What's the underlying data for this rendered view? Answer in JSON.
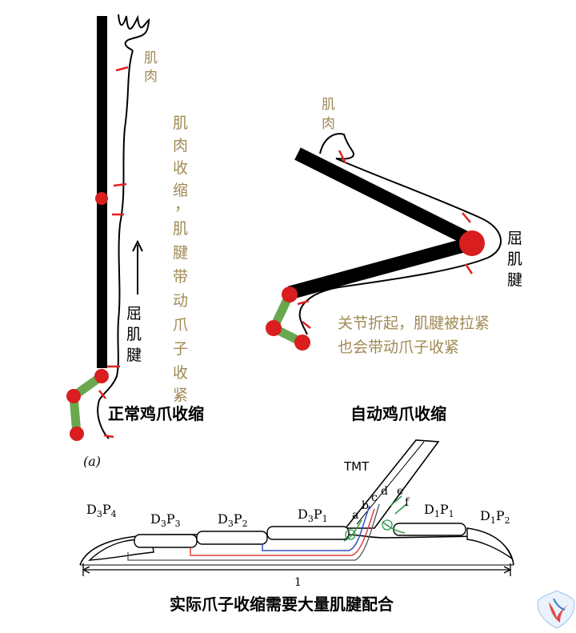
{
  "panel_a": {
    "normal": {
      "muscle_label": [
        "肌",
        "肉"
      ],
      "contraction_note": [
        "肌",
        "肉",
        "收",
        "缩",
        "，",
        "肌",
        "腱",
        "带",
        "动",
        "爪",
        "子",
        "收",
        "紧"
      ],
      "tendon_label": [
        "屈",
        "肌",
        "腱"
      ],
      "caption": "正常鸡爪收缩"
    },
    "automatic": {
      "muscle_label": [
        "肌",
        "肉"
      ],
      "tendon_label": [
        "屈",
        "肌",
        "腱"
      ],
      "note_line1": "关节折起，肌腱被拉紧",
      "note_line2": "也会带动爪子收紧",
      "caption": "自动鸡爪收缩"
    },
    "panel_letter": "(a)"
  },
  "panel_b": {
    "tmt_label": "TMT",
    "phalanx_labels": [
      {
        "base": "D",
        "sub1": "3",
        "mid": "P",
        "sub2": "4"
      },
      {
        "base": "D",
        "sub1": "3",
        "mid": "P",
        "sub2": "3"
      },
      {
        "base": "D",
        "sub1": "3",
        "mid": "P",
        "sub2": "2"
      },
      {
        "base": "D",
        "sub1": "3",
        "mid": "P",
        "sub2": "1"
      },
      {
        "base": "D",
        "sub1": "1",
        "mid": "P",
        "sub2": "1"
      },
      {
        "base": "D",
        "sub1": "1",
        "mid": "P",
        "sub2": "2"
      }
    ],
    "tendon_letters": [
      "a",
      "b",
      "c",
      "d",
      "e",
      "f"
    ],
    "scale_label": "1",
    "caption": "实际爪子收缩需要大量肌腱配合"
  },
  "colors": {
    "bone": "#000000",
    "joint": "#d81e1e",
    "claw": "#6aa84f",
    "tendon_mark": "#e02020",
    "label_tan": "#a08a55",
    "tendon_red": "#d94040",
    "tendon_blue": "#3b4fc4",
    "tendon_green": "#2e9a4a"
  },
  "logo": "shield-logo"
}
